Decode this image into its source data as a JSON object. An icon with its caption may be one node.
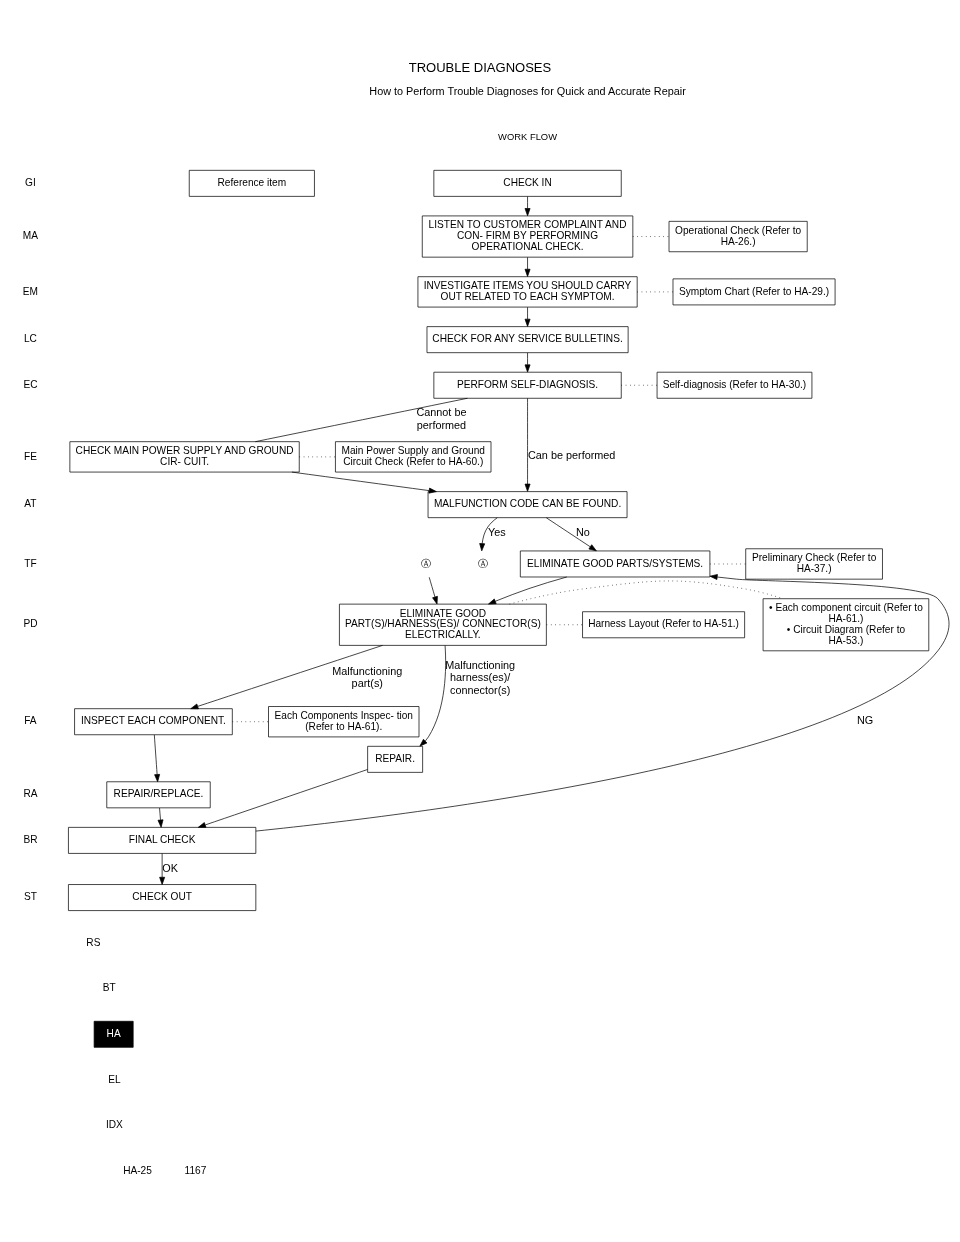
{
  "diagram": {
    "title": "TROUBLE DIAGNOSES",
    "nodes": [
      {
        "text": [
          "CHECK IN"
        ]
      },
      {
        "text": [
          "Reference item"
        ]
      },
      {
        "text": [
          "LISTEN TO CUSTOMER COMPLAINT AND CON- FIRM BY PERFORMING OPERATIONAL CHECK."
        ]
      },
      {
        "text": [
          "Operational Check (Refer to HA-26.)"
        ]
      },
      {
        "text": [
          "INVESTIGATE ITEMS YOU SHOULD CARRY OUT RELATED TO EACH SYMPTOM."
        ]
      },
      {
        "text": [
          "Symptom Chart (Refer to HA-29.)"
        ]
      },
      {
        "text": [
          "CHECK FOR ANY SERVICE BULLETINS."
        ]
      },
      {
        "text": [
          "PERFORM SELF-DIAGNOSIS."
        ]
      },
      {
        "text": [
          "Self-diagnosis (Refer to HA-30.)"
        ]
      },
      {
        "text": [
          "CHECK MAIN POWER SUPPLY AND GROUND CIR- CUIT."
        ]
      },
      {
        "text": [
          "Main Power Supply and Ground Circuit Check (Refer to HA-60.)"
        ]
      },
      {
        "text": [
          "MALFUNCTION CODE CAN BE FOUND."
        ]
      },
      {
        "text": [
          "Ⓐ"
        ]
      },
      {
        "text": [
          "ELIMINATE GOOD PARTS/SYSTEMS."
        ]
      },
      {
        "text": [
          "Preliminary Check (Refer to HA-37.)"
        ]
      },
      {
        "text": [
          "Ⓐ"
        ]
      },
      {
        "text": [
          "• Each component circuit (Refer to HA-61.)",
          "• Circuit Diagram (Refer to HA-53.)"
        ]
      },
      {
        "text": [
          "ELIMINATE GOOD PART(S)/HARNESS(ES)/ CONNECTOR(S) ELECTRICALLY."
        ]
      },
      {
        "text": [
          "Harness Layout (Refer to HA-51.)"
        ]
      },
      {
        "text": [
          "INSPECT EACH COMPONENT."
        ]
      },
      {
        "text": [
          "Each Components Inspec- tion (Refer to HA-61)."
        ]
      },
      {
        "text": [
          "REPAIR."
        ]
      },
      {
        "text": [
          "REPAIR/REPLACE."
        ]
      },
      {
        "text": [
          "FINAL CHECK"
        ]
      },
      {
        "text": [
          "CHECK OUT"
        ]
      }
    ],
    "edges": [
      {
        "from": 0,
        "to": 2,
        "arrow": "to"
      },
      {
        "from": 2,
        "to": 3,
        "arrow": "none",
        "style": "dashed"
      },
      {
        "from": 2,
        "to": 4,
        "arrow": "to"
      },
      {
        "from": 4,
        "to": 5,
        "arrow": "none",
        "style": "dashed"
      },
      {
        "from": 4,
        "to": 6,
        "arrow": "to"
      },
      {
        "from": 6,
        "to": 7,
        "arrow": "to"
      },
      {
        "from": 7,
        "to": 8,
        "arrow": "none",
        "style": "dashed"
      },
      {
        "from": 7,
        "to": 11,
        "arrow": "to",
        "label": "Can be performed"
      },
      {
        "from": 7,
        "to": 9,
        "arrow": "none",
        "label": "Cannot be performed"
      },
      {
        "from": 9,
        "to": 10,
        "arrow": "none",
        "style": "dashed"
      },
      {
        "from": 9,
        "to": 11,
        "arrow": "to"
      },
      {
        "from": 11,
        "to": 13,
        "arrow": "to",
        "label": "No"
      },
      {
        "from": 11,
        "to": 12,
        "arrow": "to",
        "label": "Yes"
      },
      {
        "from": 13,
        "to": 14,
        "arrow": "none",
        "style": "dashed"
      },
      {
        "from": 13,
        "to": 17,
        "arrow": "to"
      },
      {
        "from": 15,
        "to": 17,
        "arrow": "to"
      },
      {
        "from": 16,
        "to": 17,
        "arrow": "none",
        "style": "dashed"
      },
      {
        "from": 17,
        "to": 18,
        "arrow": "none",
        "style": "dashed"
      },
      {
        "from": 17,
        "to": 21,
        "arrow": "to",
        "label": "Malfunctioning harness(es)/ connector(s)"
      },
      {
        "from": 17,
        "to": 19,
        "arrow": "to",
        "label": "Malfunctioning part(s)"
      },
      {
        "from": 19,
        "to": 20,
        "arrow": "none",
        "style": "dashed"
      },
      {
        "from": 19,
        "to": 22,
        "arrow": "to"
      },
      {
        "from": 21,
        "to": 23,
        "arrow": "to"
      },
      {
        "from": 22,
        "to": 23,
        "arrow": "to"
      },
      {
        "from": 23,
        "to": 24,
        "arrow": "to",
        "label": "OK"
      },
      {
        "from": 23,
        "to": 13,
        "arrow": "to",
        "label": "NG"
      }
    ],
    "labels": [
      "How to Perform Trouble Diagnoses for Quick and Accurate Repair",
      "WORK FLOW",
      "GI",
      "MA",
      "EM",
      "LC",
      "EC",
      "FE",
      "AT",
      "TF",
      "PD",
      "FA",
      "RA",
      "BR",
      "ST",
      "RS",
      "BT",
      "HA",
      "EL",
      "IDX",
      "HA-25",
      "1167"
    ]
  }
}
